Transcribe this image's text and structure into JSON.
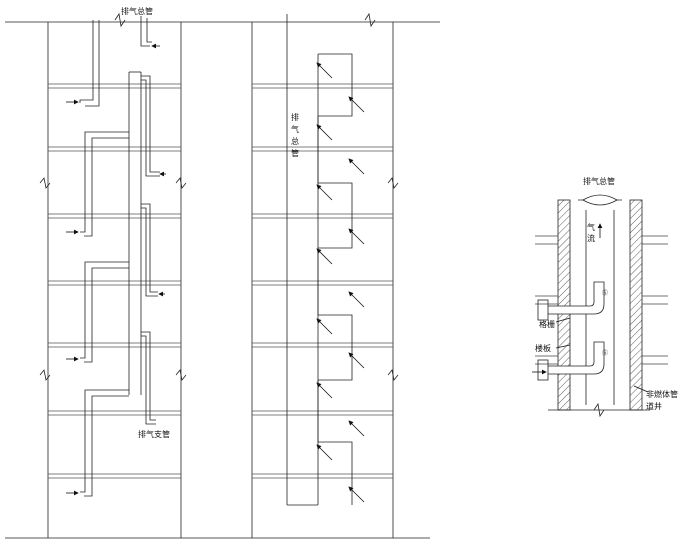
{
  "left_diagram": {
    "main_pipe_label": "排气总管",
    "branch_pipe_label": "排气支管"
  },
  "middle_diagram": {
    "main_pipe_label_chars": [
      "排",
      "气",
      "总",
      "管"
    ]
  },
  "detail_diagram": {
    "main_pipe_label": "排气总管",
    "airflow_label_chars": [
      "气",
      "流"
    ],
    "grille_label": "格栅",
    "floor_slab_label": "楼板",
    "shaft_label_line1": "非燃体管",
    "shaft_label_line2": "道井"
  }
}
